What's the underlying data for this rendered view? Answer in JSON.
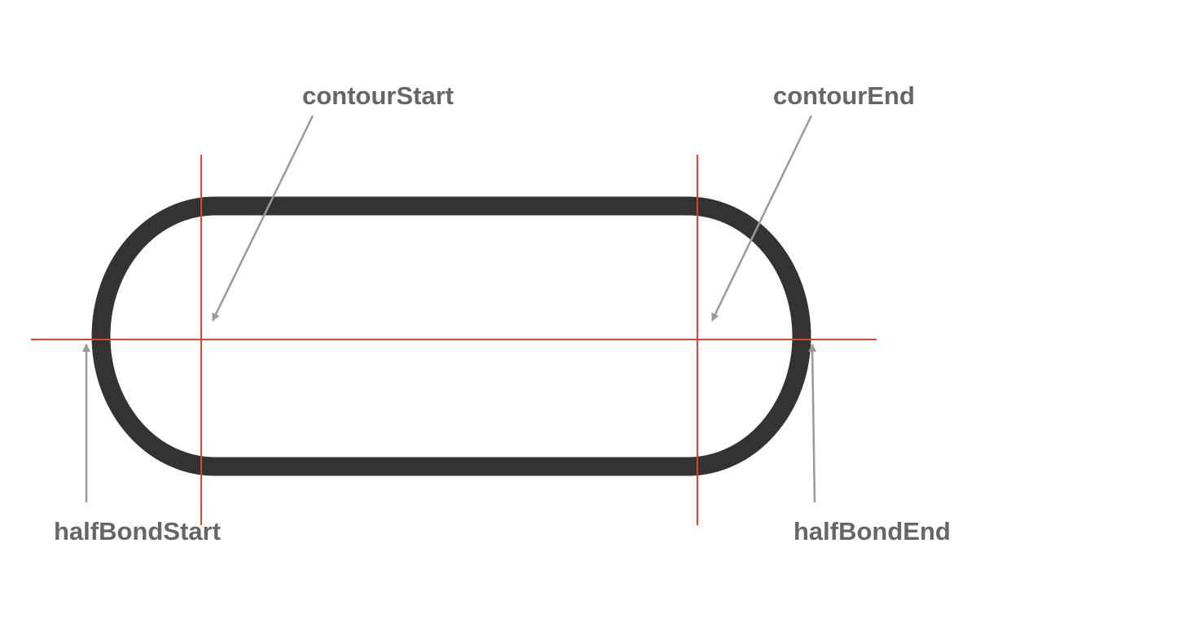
{
  "labels": {
    "contour_start": "contourStart",
    "contour_end": "contourEnd",
    "half_bond_start": "halfBondStart",
    "half_bond_end": "halfBondEnd"
  },
  "colors": {
    "shape_stroke": "#333333",
    "guide_line": "#e0442c",
    "arrow": "#999999",
    "label_text": "#666666",
    "background": "#ffffff"
  }
}
